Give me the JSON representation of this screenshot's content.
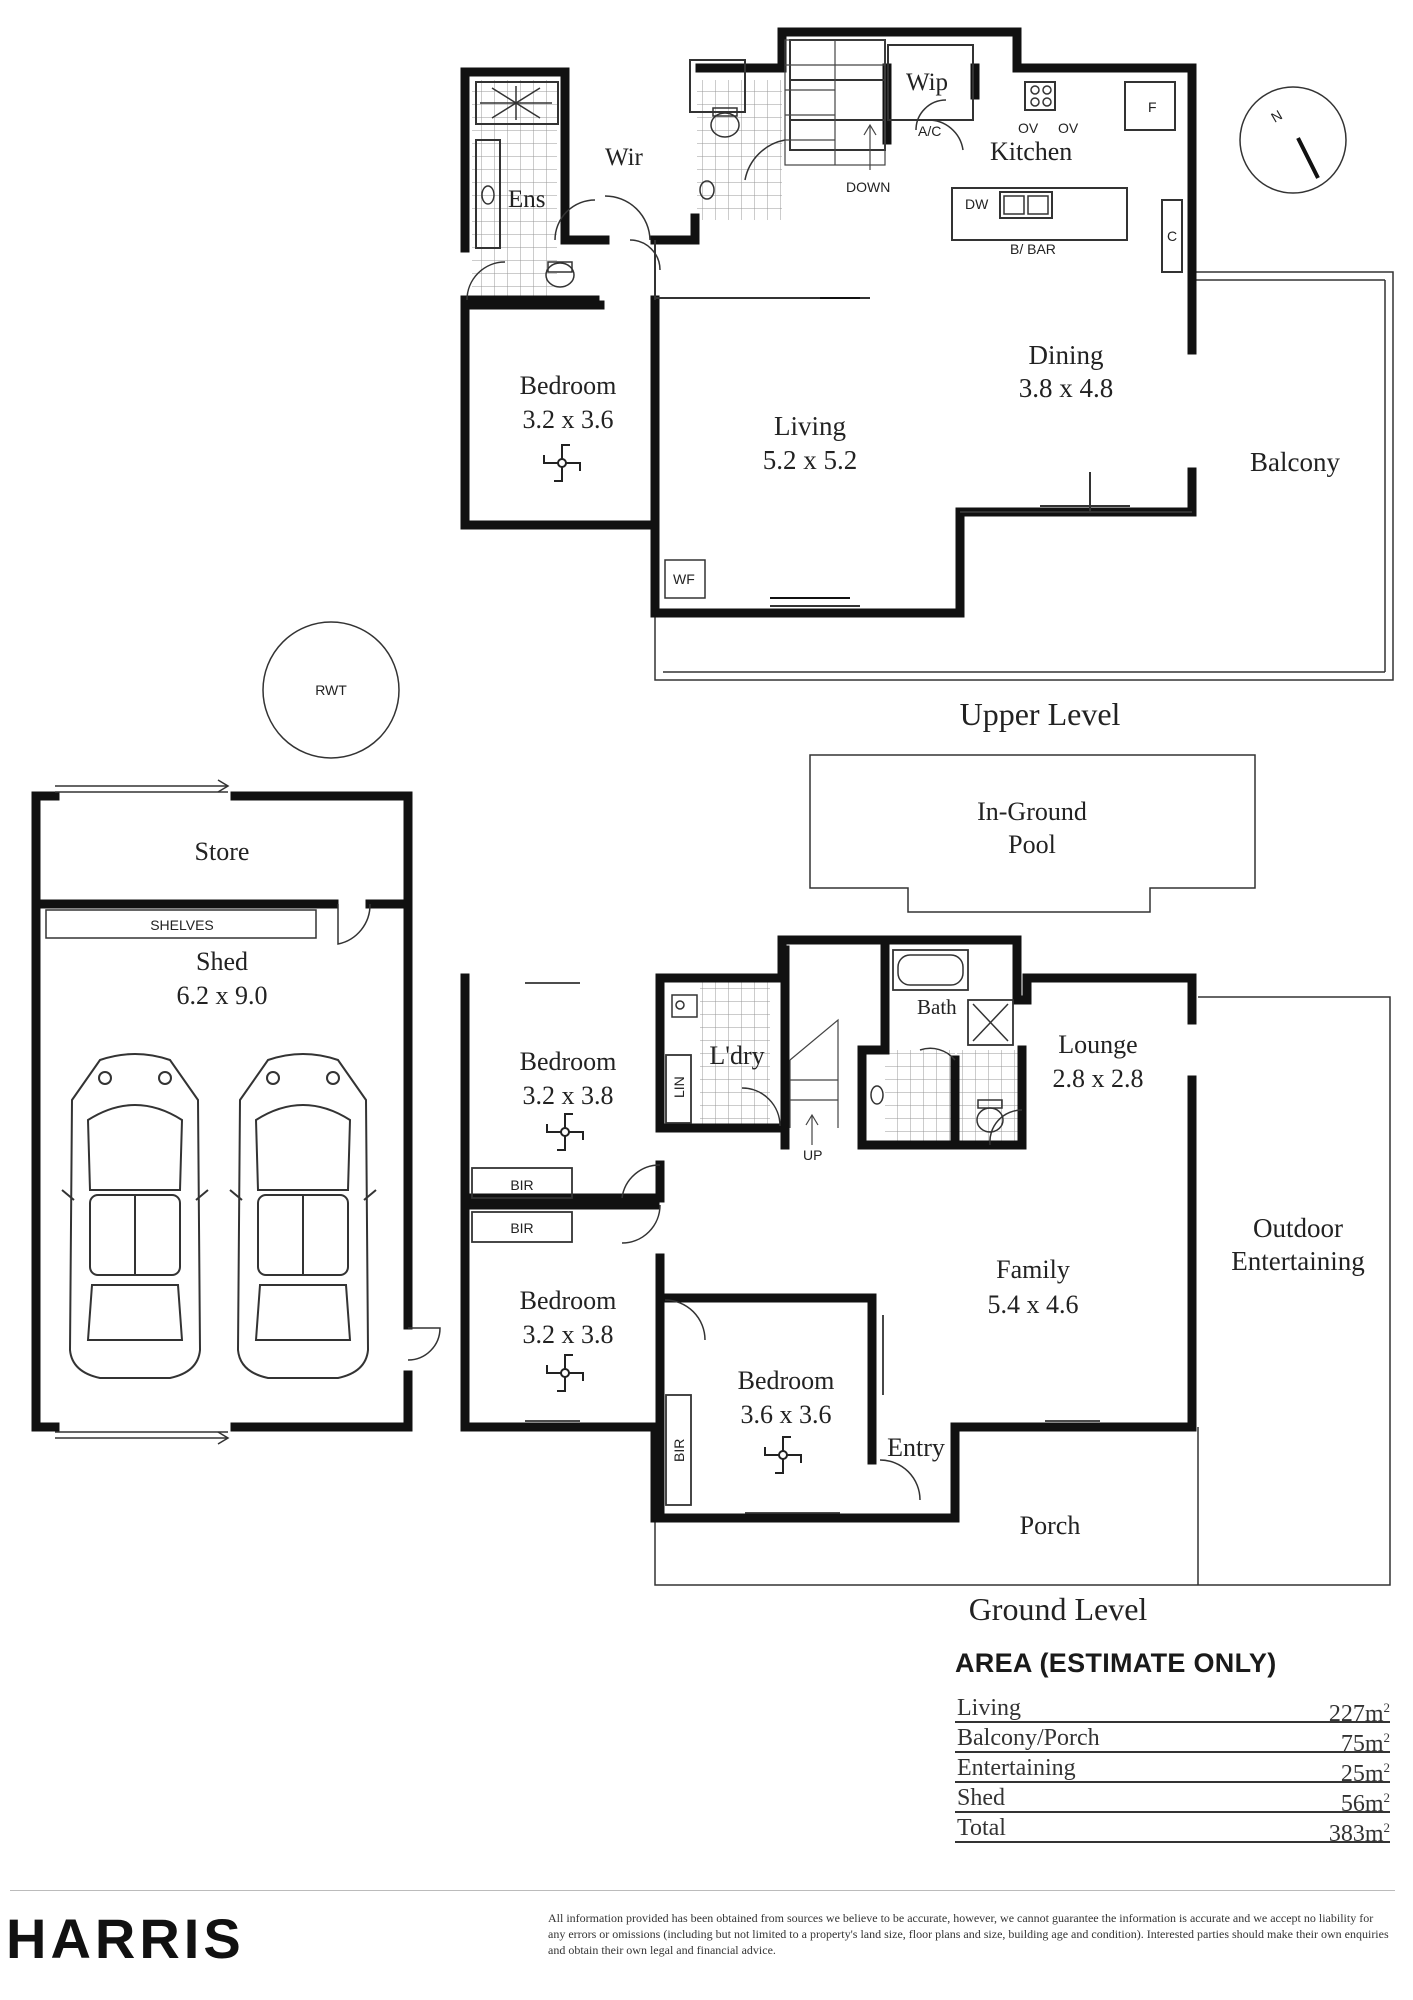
{
  "levels": {
    "upper": "Upper Level",
    "ground": "Ground Level"
  },
  "compass": {
    "north": "N"
  },
  "upper_rooms": {
    "wip": "Wip",
    "wir": "Wir",
    "ens": "Ens",
    "kitchen": "Kitchen",
    "ac": "A/C",
    "ov1": "OV",
    "ov2": "OV",
    "fridge": "F",
    "cupboard": "C",
    "dw": "DW",
    "bbar": "B/ BAR",
    "down": "DOWN",
    "bedroom": "Bedroom",
    "bedroom_dim": "3.2 x 3.6",
    "living": "Living",
    "living_dim": "5.2 x 5.2",
    "dining": "Dining",
    "dining_dim": "3.8 x 4.8",
    "balcony": "Balcony",
    "wf": "WF"
  },
  "rwt": "RWT",
  "pool": {
    "line1": "In-Ground",
    "line2": "Pool"
  },
  "shed": {
    "store": "Store",
    "shelves": "SHELVES",
    "name": "Shed",
    "dim": "6.2 x 9.0"
  },
  "ground_rooms": {
    "bed1": "Bedroom",
    "bed1_dim": "3.2 x 3.8",
    "bed2": "Bedroom",
    "bed2_dim": "3.2 x 3.8",
    "bed3": "Bedroom",
    "bed3_dim": "3.6 x 3.6",
    "bir1": "BIR",
    "bir2": "BIR",
    "bir3": "BIR",
    "ldry": "L'dry",
    "lin": "LIN",
    "up": "UP",
    "bath": "Bath",
    "lounge": "Lounge",
    "lounge_dim": "2.8 x 2.8",
    "family": "Family",
    "family_dim": "5.4 x 4.6",
    "outdoor1": "Outdoor",
    "outdoor2": "Entertaining",
    "entry": "Entry",
    "porch": "Porch"
  },
  "area": {
    "title": "AREA (ESTIMATE ONLY)",
    "rows": [
      {
        "label": "Living",
        "value": "227m",
        "sup": "2"
      },
      {
        "label": "Balcony/Porch",
        "value": "75m",
        "sup": "2"
      },
      {
        "label": "Entertaining",
        "value": "25m",
        "sup": "2"
      },
      {
        "label": "Shed",
        "value": "56m",
        "sup": "2"
      },
      {
        "label": "Total",
        "value": "383m",
        "sup": "2"
      }
    ]
  },
  "brand": "HARRIS",
  "disclaimer": "All information provided has been obtained from sources we believe to be accurate, however, we cannot guarantee the information is accurate and we accept no liability for any errors or omissions (including but not limited to a property's land size, floor plans and size, building age and condition). Interested parties should make their own enquiries and obtain their own legal and financial advice."
}
